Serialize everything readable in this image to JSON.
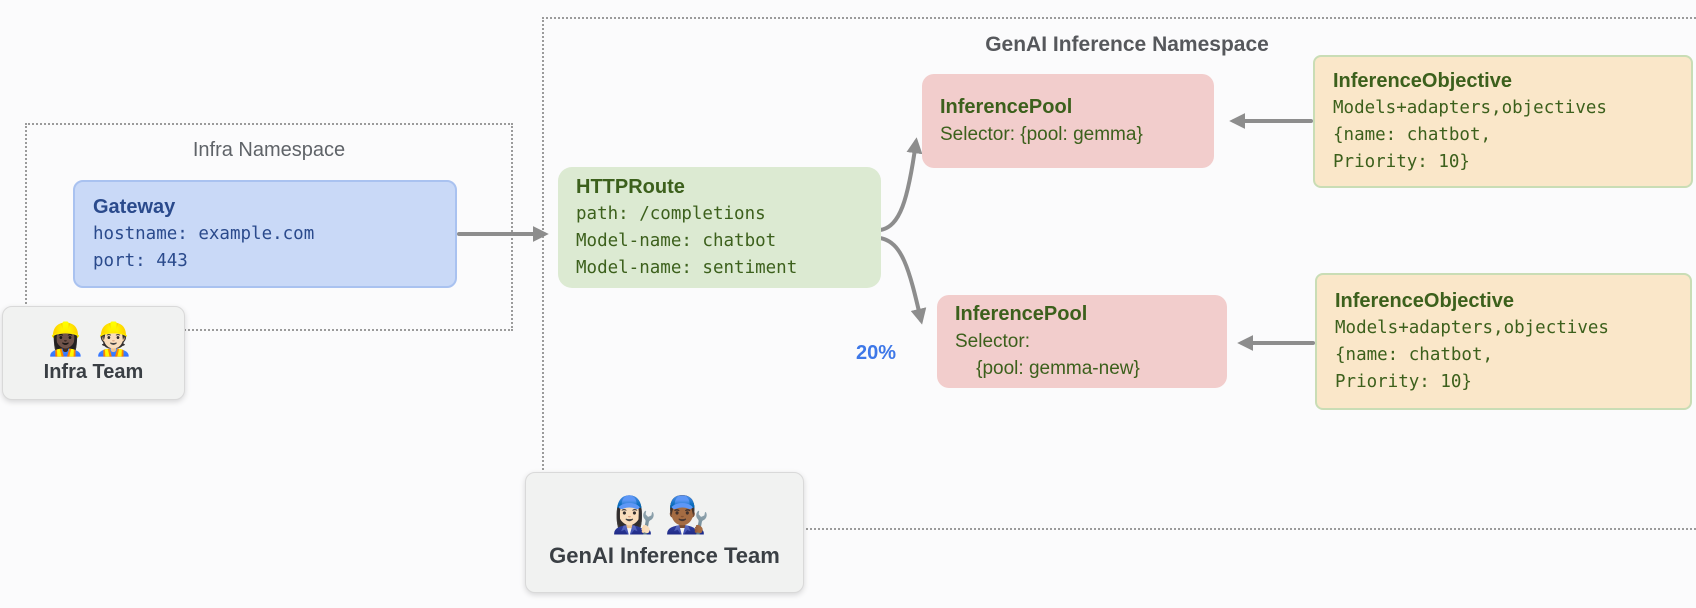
{
  "page": {
    "background": "#fbfbfc"
  },
  "namespaces": {
    "infra": {
      "label": "Infra Namespace"
    },
    "genai": {
      "label": "GenAI Inference Namespace"
    }
  },
  "nodes": {
    "gateway": {
      "title": "Gateway",
      "lines": [
        "hostname: example.com",
        "port: 443"
      ],
      "fill": "#c9d9f7",
      "text_color": "#2a4a8c"
    },
    "httproute": {
      "title": "HTTPRoute",
      "lines": [
        "path: /completions",
        "Model-name: chatbot",
        "Model-name: sentiment"
      ],
      "fill": "#dcead2",
      "text_color": "#3c601c"
    },
    "inference_pool_gemma": {
      "title": "InferencePool",
      "lines": [
        "Selector: {pool: gemma}"
      ],
      "fill": "#f2cdcc",
      "text_color": "#3c601c"
    },
    "inference_pool_gemma_new": {
      "title": "InferencePool",
      "lines": [
        "Selector:",
        "    {pool: gemma-new}"
      ],
      "fill": "#f2cdcc",
      "text_color": "#3c601c"
    },
    "inference_objective_top": {
      "title": "InferenceObjective",
      "lines": [
        "Models+adapters,objectives",
        "{name: chatbot,",
        "Priority: 10}"
      ],
      "fill": "#fae7c9",
      "text_color": "#3c601c"
    },
    "inference_objective_bottom": {
      "title": "InferenceObjective",
      "lines": [
        "Models+adapters,objectives",
        "{name: chatbot,",
        "Priority: 10}"
      ],
      "fill": "#fae7c9",
      "text_color": "#3c601c"
    }
  },
  "teams": {
    "infra": {
      "label": "Infra Team",
      "emojis": [
        "👷🏿‍♀️",
        "👷🏻"
      ]
    },
    "genai": {
      "label": "GenAI Inference Team",
      "emojis": [
        "👩🏻‍🔧",
        "👨🏾‍🔧"
      ]
    }
  },
  "annotations": {
    "traffic_split": "20%",
    "traffic_split_color": "#3e78e8"
  },
  "colors": {
    "arrow": "#8d8d8d",
    "namespace_border": "#9b9b9b",
    "namespace_label": "#5f6368",
    "objective_border": "#c9ddb5",
    "team_text": "#3a3f44"
  }
}
